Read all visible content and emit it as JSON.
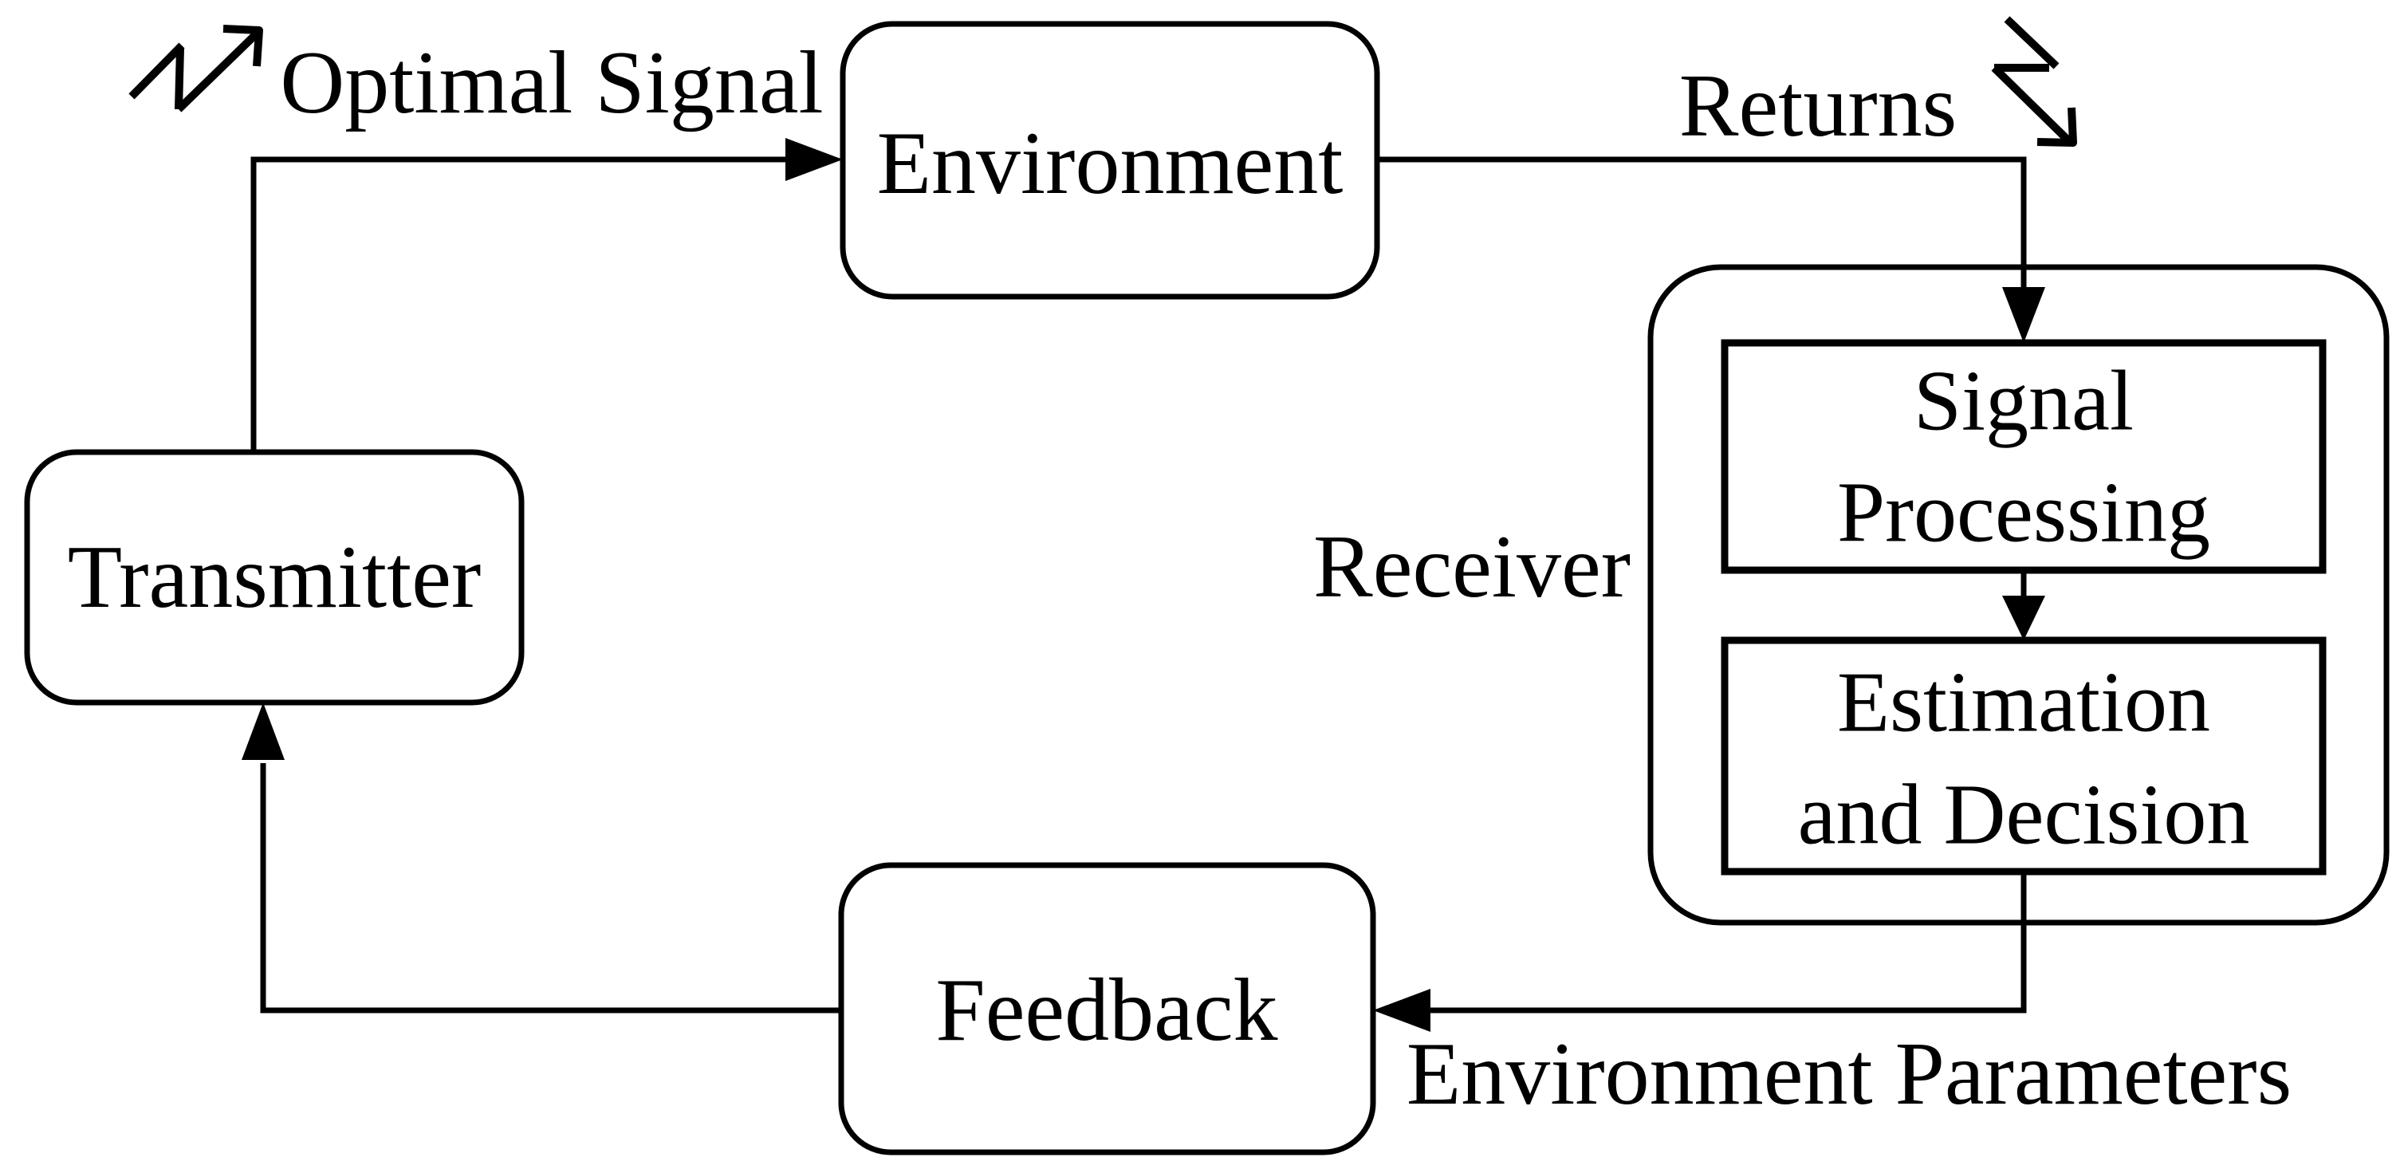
{
  "diagram": {
    "colors": {
      "background": "#ffffff",
      "stroke": "#000000",
      "text": "#000000"
    },
    "nodes": {
      "transmitter": {
        "label": "Transmitter"
      },
      "environment": {
        "label": "Environment"
      },
      "feedback": {
        "label": "Feedback"
      },
      "receiver": {
        "label": "Receiver"
      },
      "signal_processing": {
        "line1": "Signal",
        "line2": "Processing"
      },
      "estimation_decision": {
        "line1": "Estimation",
        "line2": "and Decision"
      }
    },
    "edge_labels": {
      "optimal_signal": "Optimal Signal",
      "returns": "Returns",
      "environment_parameters": "Environment Parameters"
    },
    "icons": {
      "optimal_signal_icon": "zigzag-signal-arrow-up-right",
      "returns_icon": "zigzag-signal-arrow-down-right"
    }
  }
}
